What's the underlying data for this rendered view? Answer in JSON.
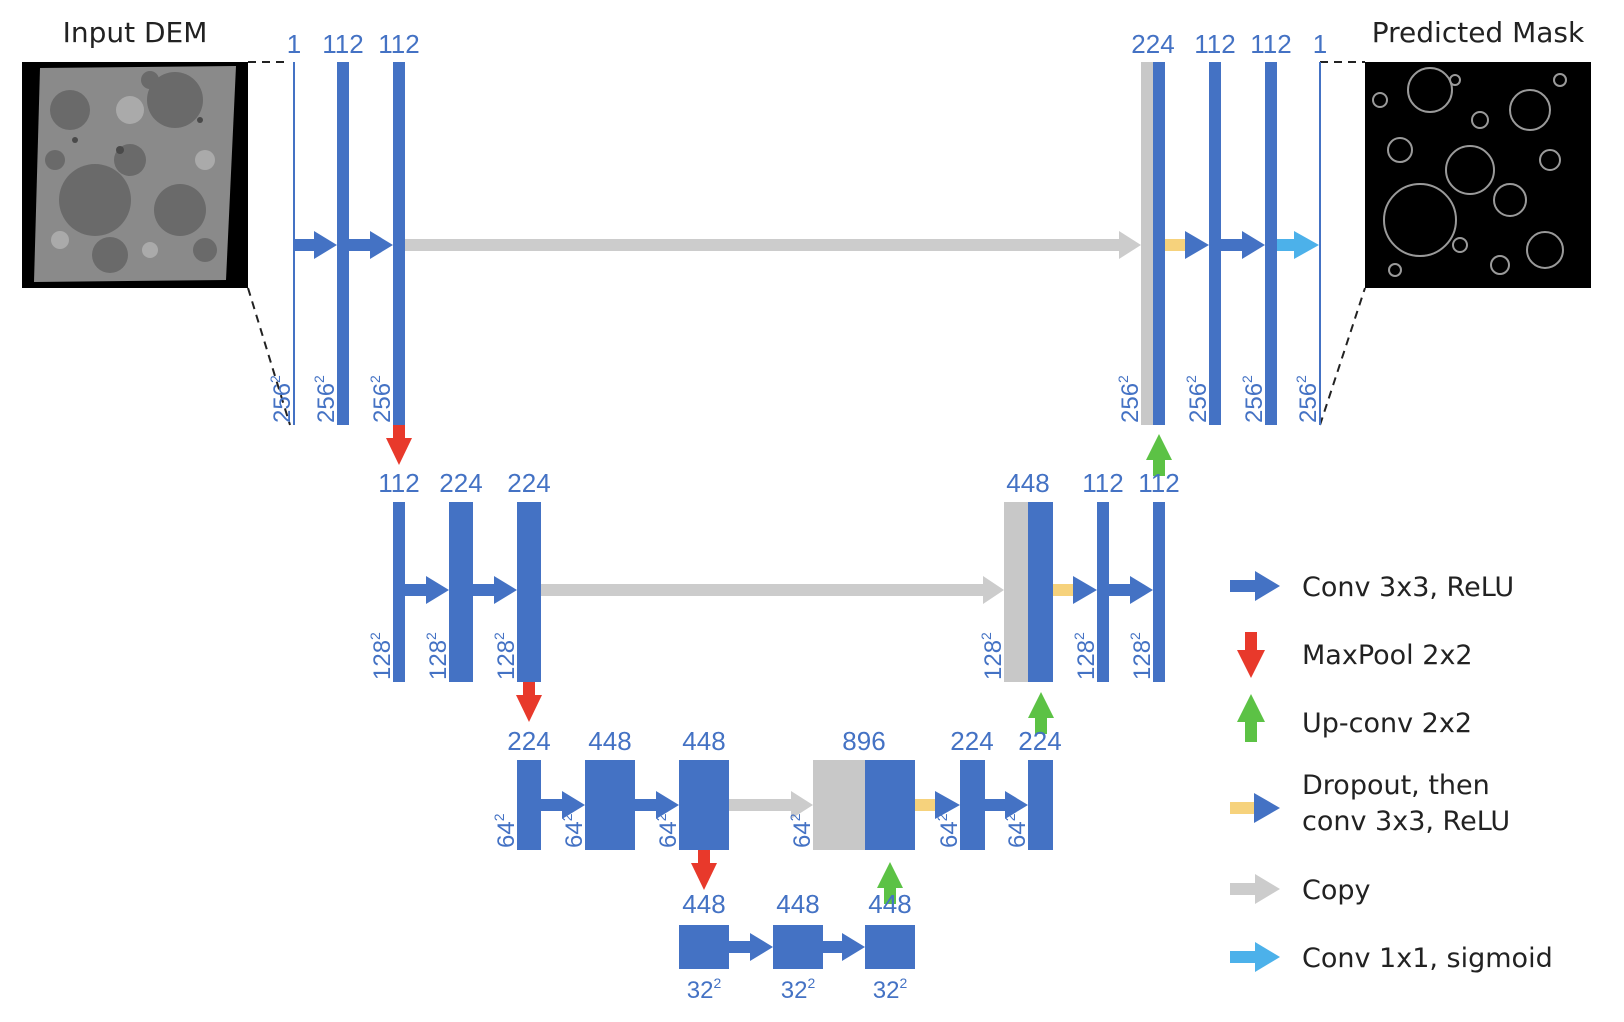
{
  "titles": {
    "input": "Input DEM",
    "output": "Predicted Mask"
  },
  "colors": {
    "block": "#4472c4",
    "copy_block": "#c8c8c8",
    "conv_arrow": "#4472c4",
    "maxpool_arrow": "#e8392b",
    "upconv_arrow": "#5cc245",
    "dropout": "#f6d27c",
    "copy_arrow": "#cccccc",
    "conv1x1_arrow": "#4cb1ea",
    "label": "#4472c4"
  },
  "channels": {
    "l1": [
      "1",
      "112",
      "112"
    ],
    "l2": [
      "112",
      "224",
      "224"
    ],
    "l3": [
      "224",
      "448",
      "448"
    ],
    "l4": [
      "448",
      "448",
      "448"
    ],
    "r3": [
      "896",
      "224",
      "224"
    ],
    "r2": [
      "448",
      "112",
      "112"
    ],
    "r1": [
      "224",
      "112",
      "112",
      "1"
    ]
  },
  "sizes": {
    "l1": [
      "256",
      "256",
      "256"
    ],
    "l2": [
      "128",
      "128",
      "128"
    ],
    "l3": [
      "64",
      "64",
      "64"
    ],
    "l4": [
      "32",
      "32",
      "32"
    ],
    "r3": [
      "64",
      "64",
      "64"
    ],
    "r2": [
      "128",
      "128",
      "128"
    ],
    "r1": [
      "256",
      "256",
      "256",
      "256"
    ],
    "exponent": "2"
  },
  "legend": {
    "conv": "Conv 3x3, ReLU",
    "maxpool": "MaxPool 2x2",
    "upconv": "Up-conv 2x2",
    "dropout_1": "Dropout, then",
    "dropout_2": "conv 3x3, ReLU",
    "copy": "Copy",
    "conv1x1": "Conv 1x1, sigmoid"
  }
}
